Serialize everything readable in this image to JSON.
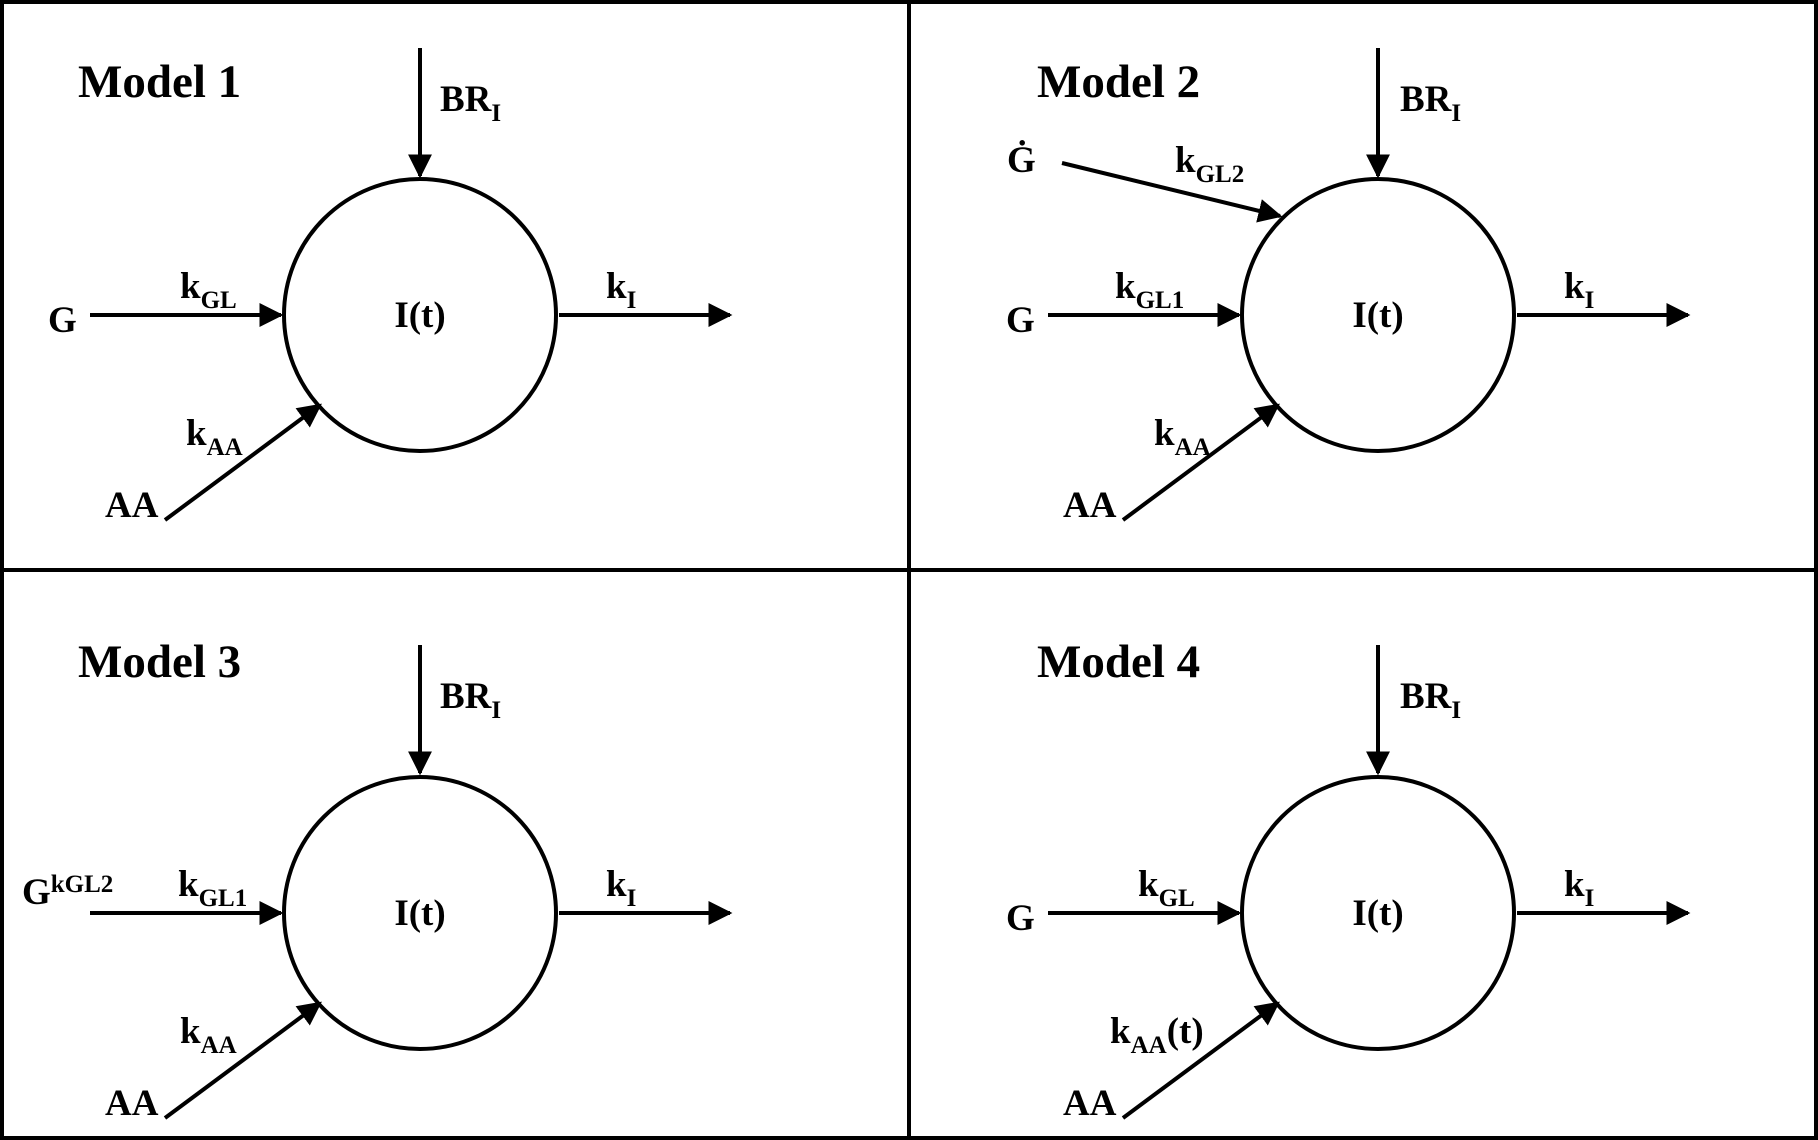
{
  "panels": [
    {
      "title": "Model 1",
      "compartment": "I(t)",
      "inputs": {
        "basal": {
          "main": "BR",
          "sub": "I"
        },
        "glucose": {
          "main": "G",
          "sup": ""
        },
        "glucose_rate": {
          "main": "k",
          "sub": "GL"
        },
        "amino": {
          "main": "AA"
        },
        "amino_rate": {
          "main": "k",
          "sub": "AA",
          "suffix": ""
        }
      },
      "output": {
        "main": "k",
        "sub": "I"
      }
    },
    {
      "title": "Model 2",
      "compartment": "I(t)",
      "inputs": {
        "basal": {
          "main": "BR",
          "sub": "I"
        },
        "glucose_deriv": {
          "main": "Ġ"
        },
        "glucose_deriv_rate": {
          "main": "k",
          "sub": "GL2"
        },
        "glucose": {
          "main": "G",
          "sup": ""
        },
        "glucose_rate": {
          "main": "k",
          "sub": "GL1"
        },
        "amino": {
          "main": "AA"
        },
        "amino_rate": {
          "main": "k",
          "sub": "AA",
          "suffix": ""
        }
      },
      "output": {
        "main": "k",
        "sub": "I"
      }
    },
    {
      "title": "Model 3",
      "compartment": "I(t)",
      "inputs": {
        "basal": {
          "main": "BR",
          "sub": "I"
        },
        "glucose": {
          "main": "G",
          "sup": "kGL2"
        },
        "glucose_rate": {
          "main": "k",
          "sub": "GL1"
        },
        "amino": {
          "main": "AA"
        },
        "amino_rate": {
          "main": "k",
          "sub": "AA",
          "suffix": ""
        }
      },
      "output": {
        "main": "k",
        "sub": "I"
      }
    },
    {
      "title": "Model 4",
      "compartment": "I(t)",
      "inputs": {
        "basal": {
          "main": "BR",
          "sub": "I"
        },
        "glucose": {
          "main": "G",
          "sup": ""
        },
        "glucose_rate": {
          "main": "k",
          "sub": "GL"
        },
        "amino": {
          "main": "AA"
        },
        "amino_rate": {
          "main": "k",
          "sub": "AA",
          "suffix": "(t)"
        }
      },
      "output": {
        "main": "k",
        "sub": "I"
      }
    }
  ]
}
